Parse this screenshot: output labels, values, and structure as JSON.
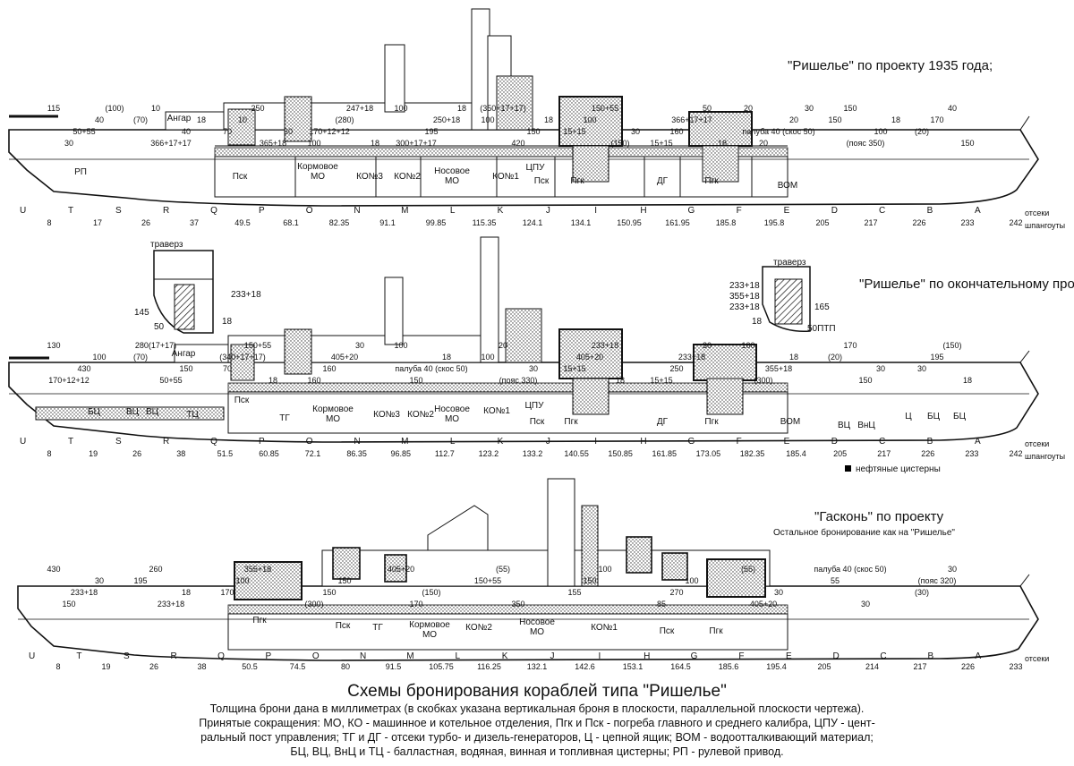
{
  "diagrams": [
    {
      "title": "\"Ришелье\" по проекту 1935 года;",
      "subtitle": "",
      "compartments": [
        "U",
        "T",
        "S",
        "R",
        "Q",
        "P",
        "O",
        "N",
        "M",
        "L",
        "K",
        "J",
        "I",
        "H",
        "G",
        "F",
        "E",
        "D",
        "C",
        "B",
        "A"
      ],
      "frames": [
        "8",
        "17",
        "26",
        "37",
        "49.5",
        "68.1",
        "82.35",
        "91.1",
        "99.85",
        "115.35",
        "124.1",
        "134.1",
        "150.95",
        "161.95",
        "185.8",
        "195.8",
        "205",
        "217",
        "226",
        "233",
        "242"
      ],
      "row_labels": [
        "отсеки",
        "шпангоуты"
      ],
      "rooms": [
        "Ангар",
        "РП",
        "Пск",
        "Кормовое МО",
        "КО№3",
        "КО№2",
        "Носовое МО",
        "КО№1",
        "ЦПУ",
        "Пск",
        "Пгк",
        "ДГ",
        "Пгк",
        "ВОМ"
      ],
      "armor_labels": [
        "115",
        "(70)",
        "70",
        "100",
        "100",
        "100",
        "15+15",
        "15+15",
        "20",
        "150",
        "(20)",
        "30",
        "10",
        "10",
        "170+12+12",
        "300+17+17",
        "(350+17+17)",
        "100",
        "160",
        "20",
        "150",
        "170",
        "50+55",
        "366+17+17",
        "250",
        "(280)",
        "195",
        "420",
        "150+55",
        "366+17+17",
        "палуба 40 (скос 50)",
        "(пояс 350)",
        "40",
        "40",
        "40",
        "365+18",
        "247+18",
        "250+18",
        "150",
        "(150)",
        "50",
        "20",
        "100",
        "150",
        "(100)",
        "18",
        "30",
        "18",
        "18",
        "18",
        "30",
        "18",
        "30",
        "18"
      ]
    },
    {
      "title": "\"Ришелье\" по окончательному проекту, 1940 год;",
      "subtitle": "",
      "compartments": [
        "U",
        "T",
        "S",
        "R",
        "Q",
        "P",
        "O",
        "N",
        "M",
        "L",
        "K",
        "J",
        "I",
        "H",
        "G",
        "F",
        "E",
        "D",
        "C",
        "B",
        "A"
      ],
      "frames": [
        "8",
        "19",
        "26",
        "38",
        "51.5",
        "60.85",
        "72.1",
        "86.35",
        "96.85",
        "112.7",
        "123.2",
        "133.2",
        "140.55",
        "150.85",
        "161.85",
        "173.05",
        "182.35",
        "185.4",
        "205",
        "217",
        "226",
        "233",
        "242"
      ],
      "row_labels": [
        "отсеки",
        "шпангоуты"
      ],
      "rooms": [
        "Ангар",
        "БЦ",
        "ВЦ",
        "ВЦ",
        "ТЦ",
        "Пск",
        "ТГ",
        "Кормовое МО",
        "КО№3",
        "КО№2",
        "Носовое МО",
        "КО№1",
        "ЦПУ",
        "Пск",
        "Пгк",
        "ДГ",
        "Пгк",
        "ВОМ",
        "ВЦ",
        "ВнЦ",
        "Ц",
        "БЦ",
        "БЦ"
      ],
      "armor_labels": [
        "130",
        "(70)",
        "70",
        "160",
        "100",
        "100",
        "15+15",
        "15+15",
        "100",
        "(20)",
        "30",
        "170+12+12",
        "280(17+17)",
        "(340+17+17)",
        "160",
        "150",
        "20",
        "405+20",
        "250",
        "(300)",
        "170",
        "195",
        "430",
        "50+55",
        "150+55",
        "405+20",
        "палуба 40 (скос 50)",
        "(пояс 330)",
        "233+18",
        "233+18",
        "355+18",
        "150",
        "(150)",
        "100",
        "150",
        "18",
        "30",
        "18",
        "30",
        "18",
        "30",
        "18",
        "30",
        "18"
      ],
      "inset_left": {
        "title": "траверз",
        "labels": [
          "233+18",
          "145",
          "50",
          "18"
        ]
      },
      "inset_right": {
        "title": "траверз",
        "labels": [
          "233+18",
          "355+18",
          "233+18",
          "165",
          "18",
          "50ПТП"
        ]
      },
      "legend": "нефтяные цистерны",
      "legend_color": "#000000"
    },
    {
      "title": "\"Гасконь\" по проекту",
      "subtitle": "Остальное бронирование как на \"Ришелье\"",
      "compartments": [
        "U",
        "T",
        "S",
        "R",
        "Q",
        "P",
        "O",
        "N",
        "M",
        "L",
        "K",
        "J",
        "I",
        "H",
        "G",
        "F",
        "E",
        "D",
        "C",
        "B",
        "A"
      ],
      "frames": [
        "8",
        "19",
        "26",
        "38",
        "50.5",
        "74.5",
        "80",
        "91.5",
        "105.75",
        "116.25",
        "132.1",
        "142.6",
        "153.1",
        "164.5",
        "185.6",
        "195.4",
        "205",
        "214",
        "217",
        "226",
        "233"
      ],
      "row_labels": [
        "отсеки"
      ],
      "rooms": [
        "Пгк",
        "Пск",
        "ТГ",
        "Кормовое МО",
        "КО№2",
        "Носовое МО",
        "КО№1",
        "Пск",
        "Пгк"
      ],
      "armor_labels": [
        "430",
        "195",
        "170",
        "(300)",
        "405+20",
        "150+55",
        "155",
        "85",
        "(55)",
        "55",
        "(30)",
        "150",
        "260",
        "100",
        "150",
        "170",
        "(55)",
        "150",
        "270",
        "405+20",
        "палуба 40 (скос 50)",
        "(пояс 320)",
        "233+18",
        "233+18",
        "355+18",
        "150",
        "(150)",
        "350",
        "100",
        "100",
        "30",
        "30",
        "30",
        "30",
        "18"
      ]
    }
  ],
  "caption": {
    "title": "Схемы бронирования кораблей типа \"Ришелье\"",
    "lines": [
      "Толщина брони дана в миллиметрах (в скобках указана вертикальная броня в плоскости, параллельной плоскости чертежа).",
      "Принятые сокращения: МО, КО - машинное и котельное отделения, Пгк и Пск - погреба главного и среднего калибра, ЦПУ - цент-",
      "ральный пост управления; ТГ и ДГ - отсеки турбо- и дизель-генераторов, Ц - цепной ящик; ВОМ - водоотталкивающий материал;",
      "БЦ, ВЦ, ВнЦ и ТЦ - балластная, водяная, винная и топливная цистерны; РП - рулевой привод."
    ]
  }
}
